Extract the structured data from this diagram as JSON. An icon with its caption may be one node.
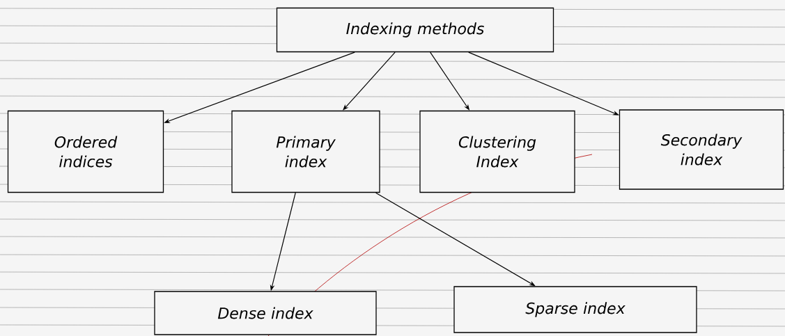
{
  "diagram": {
    "nodes": [
      {
        "text": [
          "Indexing methods"
        ]
      },
      {
        "text": [
          "Ordered indices"
        ]
      },
      {
        "text": [
          "Primary index"
        ]
      },
      {
        "text": [
          "Clustering Index"
        ]
      },
      {
        "text": [
          "Secondary index"
        ]
      },
      {
        "text": [
          "Dense index"
        ]
      },
      {
        "text": [
          "Sparse index"
        ]
      }
    ],
    "edges": [
      {
        "from": 0,
        "to": 1,
        "arrow": "to"
      },
      {
        "from": 0,
        "to": 2,
        "arrow": "to"
      },
      {
        "from": 0,
        "to": 3,
        "arrow": "to"
      },
      {
        "from": 0,
        "to": 4,
        "arrow": "to"
      },
      {
        "from": 2,
        "to": 5,
        "arrow": "to"
      },
      {
        "from": 2,
        "to": 6,
        "arrow": "to"
      }
    ]
  }
}
